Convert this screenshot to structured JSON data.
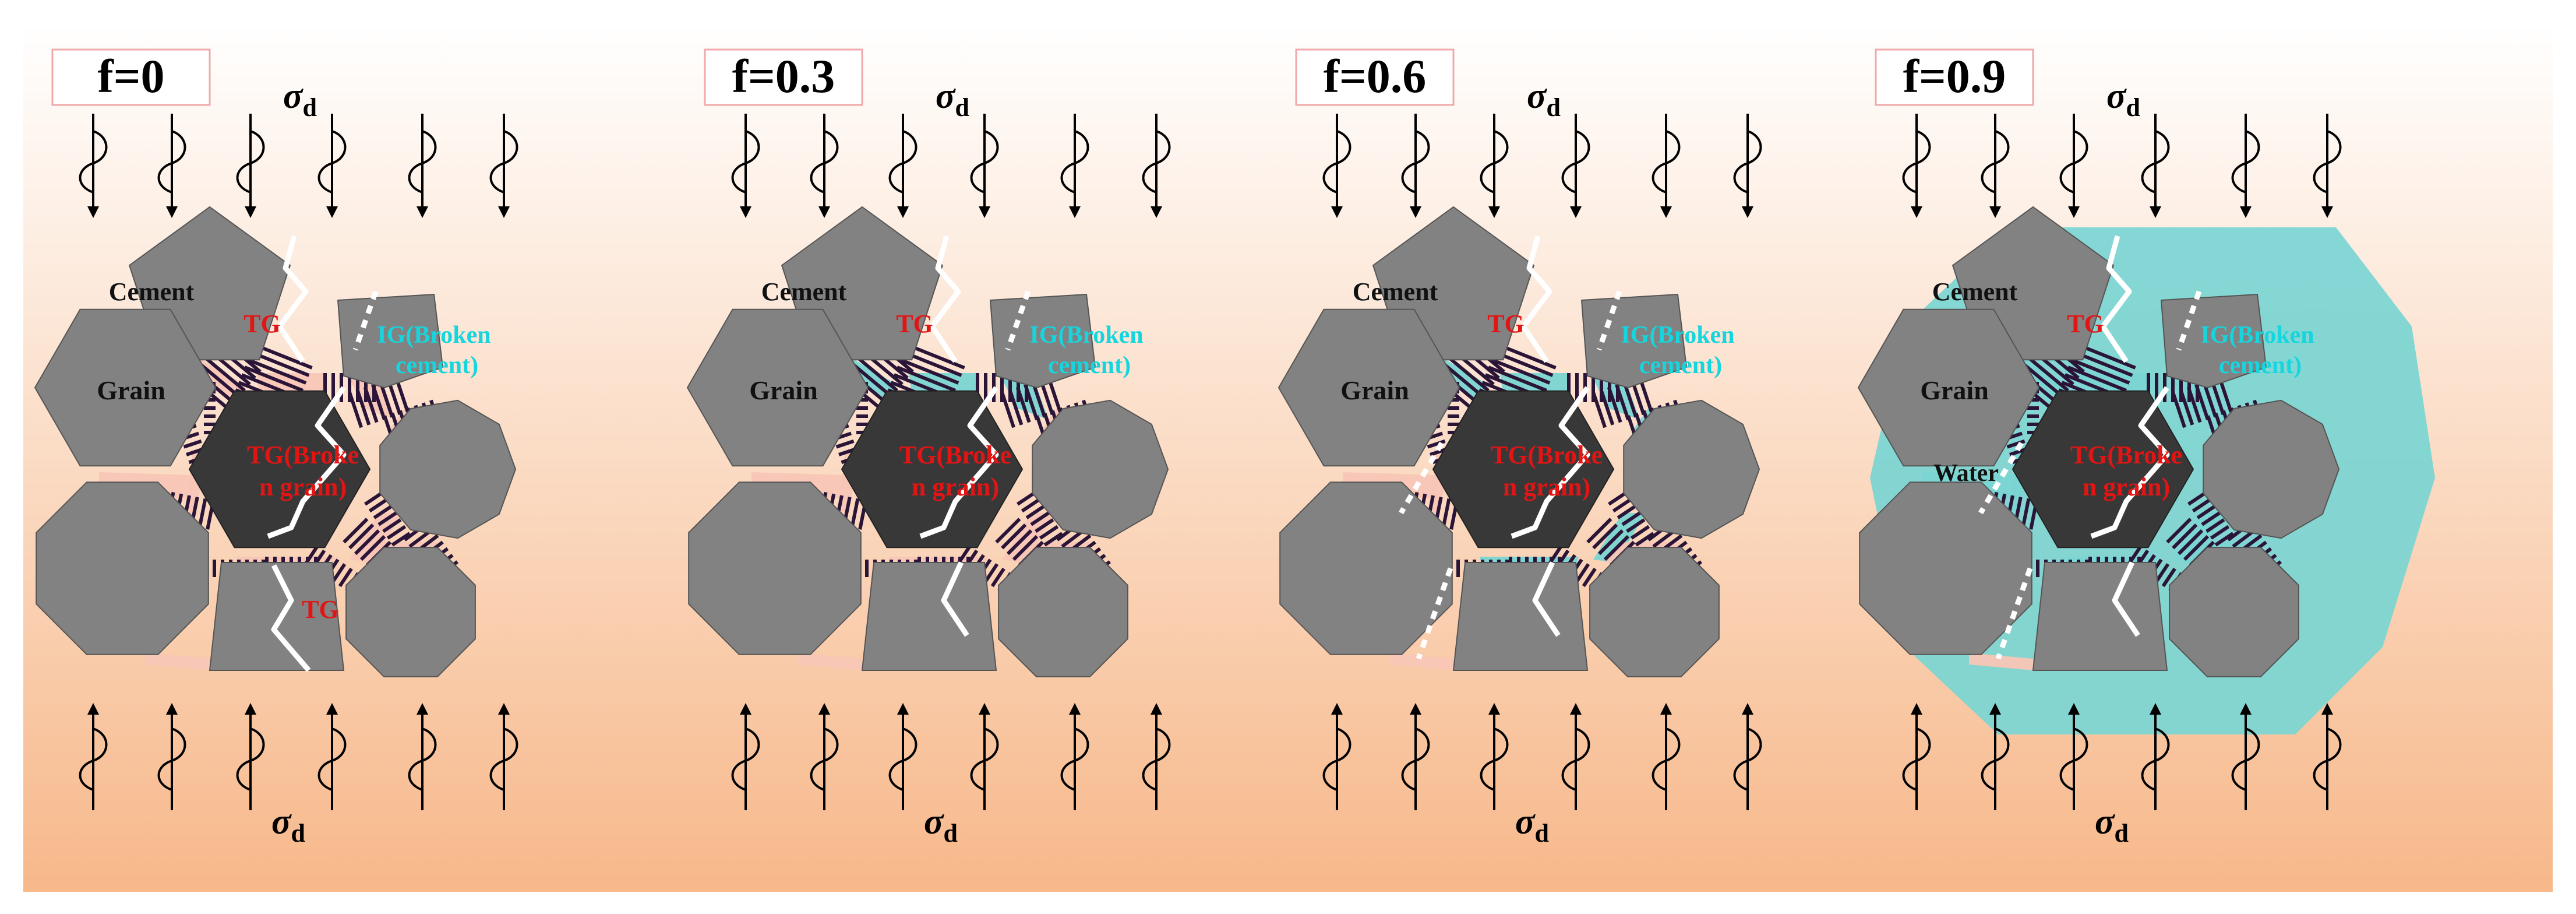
{
  "colors": {
    "background_top": "#ffffff",
    "background_bottom": "#f7b88a",
    "grain": "#828282",
    "broken_grain": "#383838",
    "cement_fill": "#f8c6b6",
    "cement_stripe": "#2a1538",
    "water": "#7ad5d2",
    "crack": "#ffffff",
    "tg_label": "#e31414",
    "ig_label": "#15d6de",
    "plain_label": "#111111",
    "title_border": "#f0a8a8"
  },
  "stress_label": {
    "sigma": "σ",
    "sub": "d"
  },
  "labels": {
    "grain": "Grain",
    "cement": "Cement",
    "water": "Water",
    "tg_top": "TG",
    "tg_bottom": "TG",
    "ig_line1": "IG(Broken",
    "ig_line2": "cement)",
    "tgb_line1": "TG(Broke",
    "tgb_line2": "n grain)"
  },
  "panels": [
    {
      "title": "f=0",
      "water_fraction": 0,
      "show_water_label": false,
      "show_bottom_tg": true,
      "water_envelope": false
    },
    {
      "title": "f=0.3",
      "water_fraction": 0.3,
      "show_water_label": false,
      "show_bottom_tg": false,
      "water_envelope": false
    },
    {
      "title": "f=0.6",
      "water_fraction": 0.6,
      "show_water_label": false,
      "show_bottom_tg": false,
      "water_envelope": false
    },
    {
      "title": "f=0.9",
      "water_fraction": 0.9,
      "show_water_label": true,
      "show_bottom_tg": false,
      "water_envelope": true
    }
  ]
}
